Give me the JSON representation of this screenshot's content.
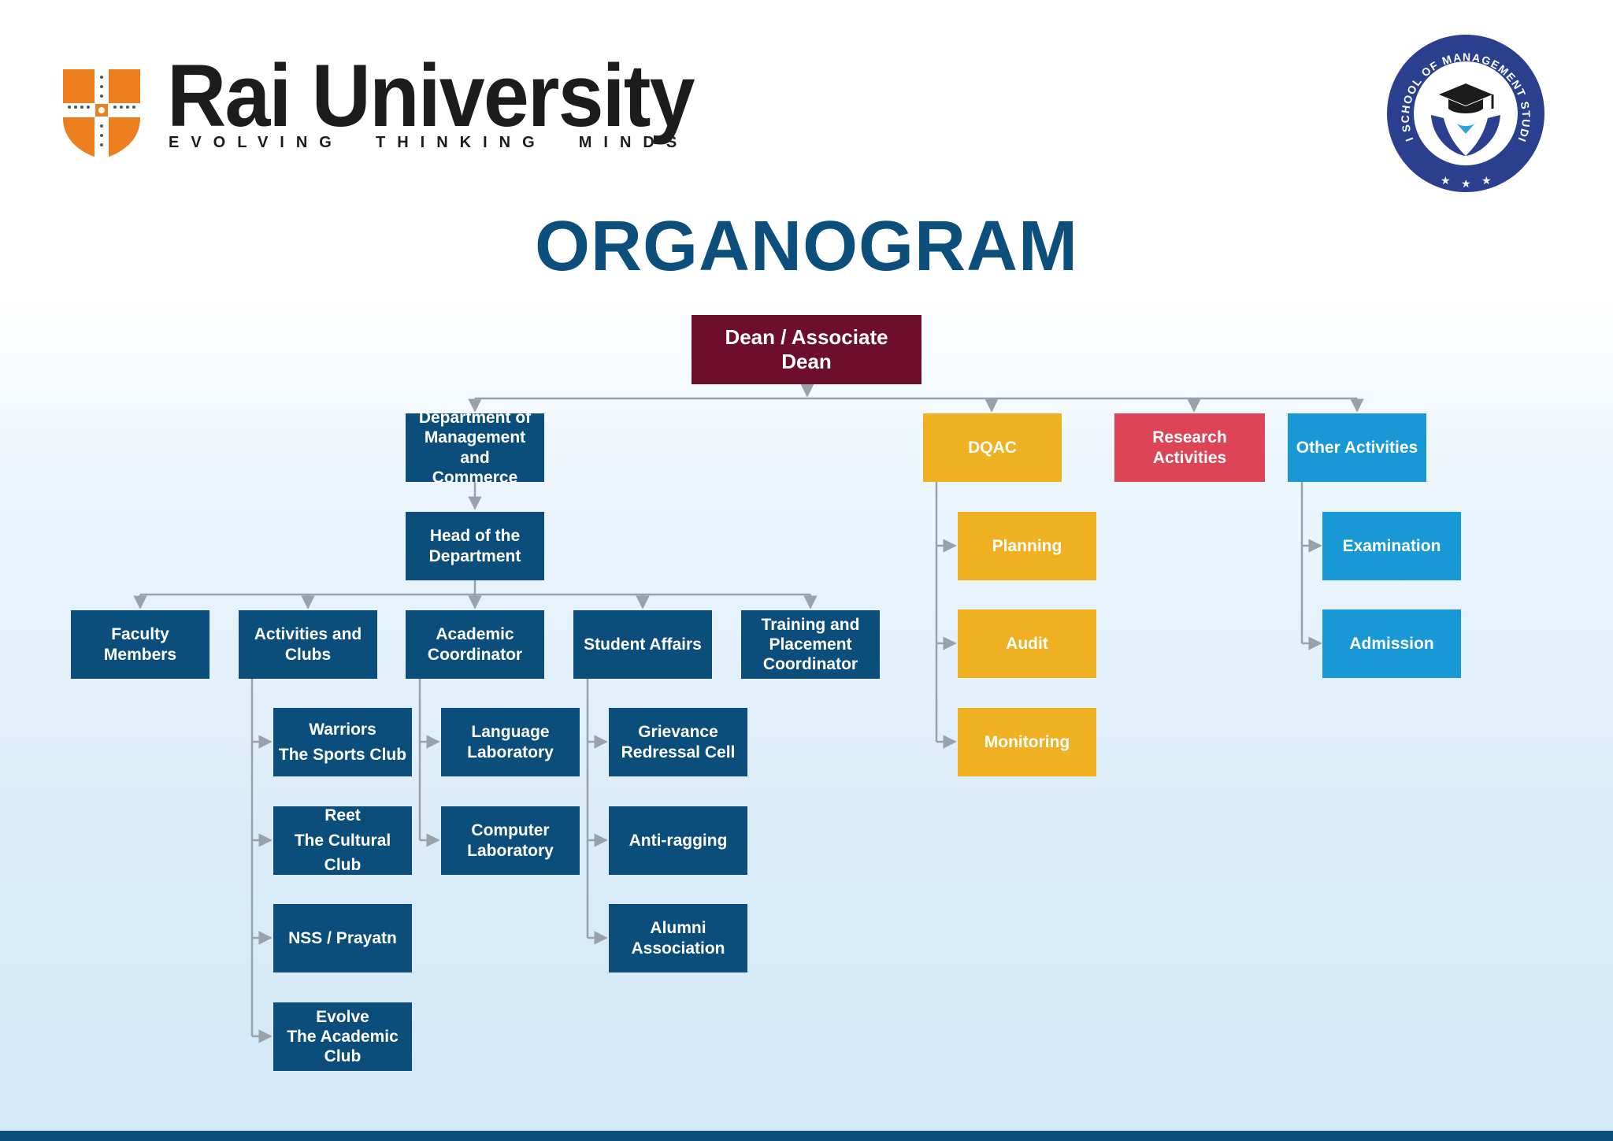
{
  "brand": {
    "name": "Rai University",
    "tagline": "EVOLVING  THINKING  MINDS",
    "seal_text": "RAI SCHOOL OF MANAGEMENT STUDIES",
    "logo_icon": "university-shield-icon",
    "seal_icon": "graduation-cap-hands-icon"
  },
  "title": "ORGANOGRAM",
  "colors": {
    "navy": "#0b4e7b",
    "maroon": "#6d0e2d",
    "gold": "#efb122",
    "red": "#dd4455",
    "sky": "#1898d4",
    "connector": "#9aa1a8",
    "logo_orange": "#ee7f1f"
  },
  "nodes": {
    "dean": "Dean / Associate\nDean",
    "dept": "Department of\nManagement and\nCommerce",
    "hod": "Head of the\nDepartment",
    "faculty": "Faculty Members",
    "activities": "Activities and\nClubs",
    "academic": "Academic\nCoordinator",
    "student": "Student Affairs",
    "training": "Training and\nPlacement\nCoordinator",
    "warriors": "Warriors\nThe Sports Club",
    "reet": "Reet\nThe Cultural Club",
    "nss": "NSS / Prayatn",
    "evolve": "Evolve\nThe Academic\nClub",
    "language": "Language\nLaboratory",
    "computer": "Computer\nLaboratory",
    "grievance": "Grievance\nRedressal Cell",
    "antiragging": "Anti-ragging",
    "alumni": "Alumni\nAssociation",
    "dqac": "DQAC",
    "planning": "Planning",
    "audit": "Audit",
    "monitoring": "Monitoring",
    "research": "Research Activities",
    "other": "Other Activities",
    "examination": "Examination",
    "admission": "Admission"
  }
}
